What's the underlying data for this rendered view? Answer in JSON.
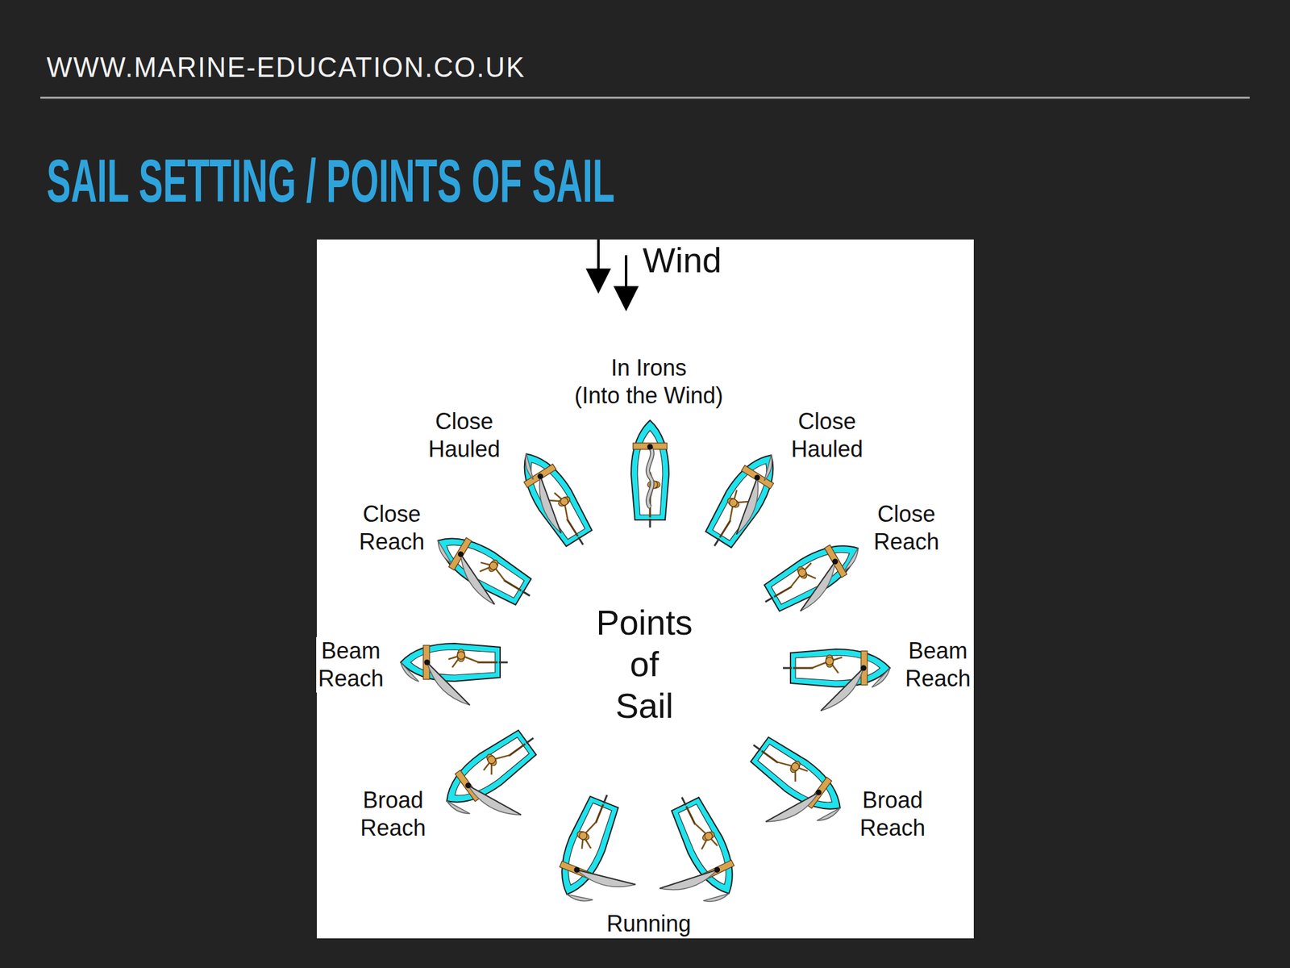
{
  "diagram": {
    "title": "SAIL SETTING / POINTS OF SAIL",
    "labels": [
      "WWW.MARINE-EDUCATION.CO.UK",
      "Wind",
      "In Irons (Into the Wind)",
      "Close Hauled",
      "Close Hauled",
      "Close Reach",
      "Close Reach",
      "Beam Reach",
      "Beam Reach",
      "Points of Sail",
      "Broad Reach",
      "Broad Reach",
      "Running"
    ]
  }
}
